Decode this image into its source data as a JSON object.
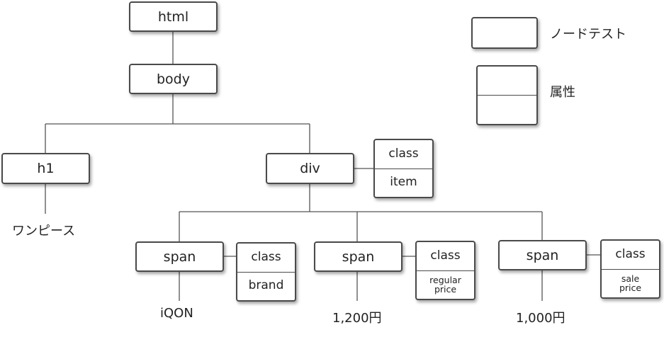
{
  "nodes": {
    "html": "html",
    "body": "body",
    "h1": "h1",
    "div": "div",
    "span_brand": "span",
    "span_regular": "span",
    "span_sale": "span"
  },
  "attributes": {
    "div": {
      "name": "class",
      "value": "item"
    },
    "span_brand": {
      "name": "class",
      "value": "brand"
    },
    "span_regular": {
      "name": "class",
      "value": "regular\nprice"
    },
    "span_sale": {
      "name": "class",
      "value": "sale\nprice"
    }
  },
  "text_nodes": {
    "h1": "ワンピース",
    "span_brand": "iQON",
    "span_regular": "1,200円",
    "span_sale": "1,000円"
  },
  "legend": {
    "node_label": "ノードテスト",
    "attribute_label": "属性"
  },
  "colors": {
    "border": "#4a4a4a",
    "line": "#555555",
    "background": "#ffffff"
  }
}
